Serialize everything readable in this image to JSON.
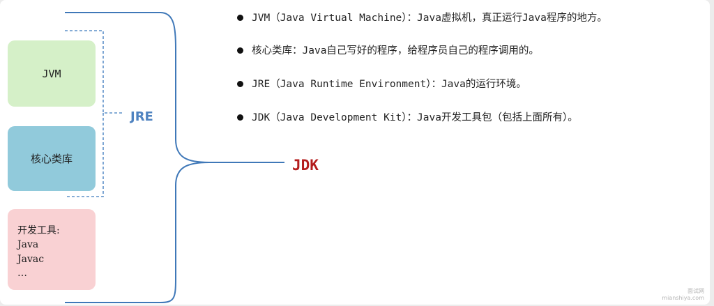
{
  "boxes": {
    "jvm": "JVM",
    "core_lib": "核心类库",
    "dev_tools": {
      "title": "开发工具:",
      "items": [
        "Java",
        "Javac",
        "…"
      ]
    }
  },
  "labels": {
    "jre": "JRE",
    "jdk": "JDK"
  },
  "bullets": [
    "JVM（Java Virtual Machine）：Java虚拟机，真正运行Java程序的地方。",
    "核心类库：Java自己写好的程序，给程序员自己的程序调用的。",
    "JRE（Java Runtime Environment）：Java的运行环境。",
    "JDK（Java Development Kit）：Java开发工具包（包括上面所有）。"
  ],
  "watermark": {
    "line1": "面试网",
    "line2": "mianshiya.com"
  },
  "colors": {
    "jvm_box": "#d5f0c8",
    "core_box": "#91cadb",
    "tools_box": "#f9d1d3",
    "brace": "#3f78b8",
    "jre_label": "#4f83c0",
    "jdk_label": "#b41d1d"
  }
}
